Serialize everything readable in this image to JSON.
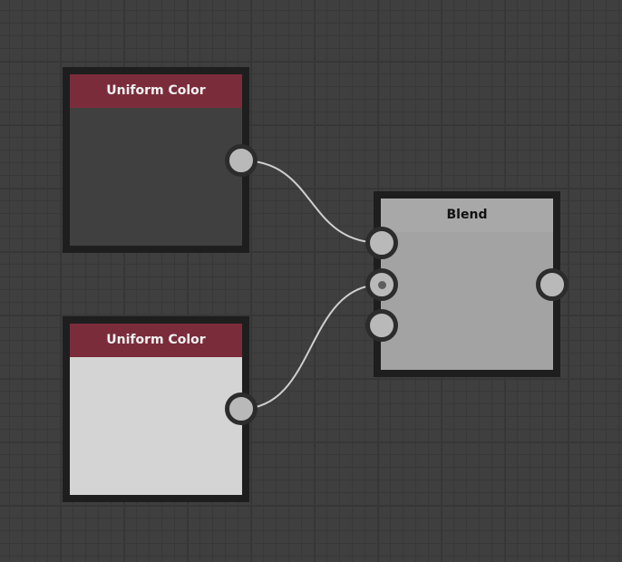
{
  "graph": {
    "nodes": [
      {
        "id": "uniform-color-1",
        "title": "Uniform Color"
      },
      {
        "id": "uniform-color-2",
        "title": "Uniform Color"
      },
      {
        "id": "blend",
        "title": "Blend"
      }
    ],
    "connections": [
      {
        "from": "uniform-color-1.output",
        "to": "blend.input-1"
      },
      {
        "from": "uniform-color-2.output",
        "to": "blend.input-2"
      }
    ]
  },
  "colors": {
    "canvas_background": "#3f3f3f",
    "node_border": "#1e1e1e",
    "uniform_color_header": "#7b2c3b",
    "uniform_color_1_fill": "#404040",
    "uniform_color_2_fill": "#d4d4d4",
    "blend_header": "#a8a8a8",
    "blend_body": "#a3a3a3",
    "wire": "#cfcfcf",
    "port_fill": "#b9b9b9"
  }
}
